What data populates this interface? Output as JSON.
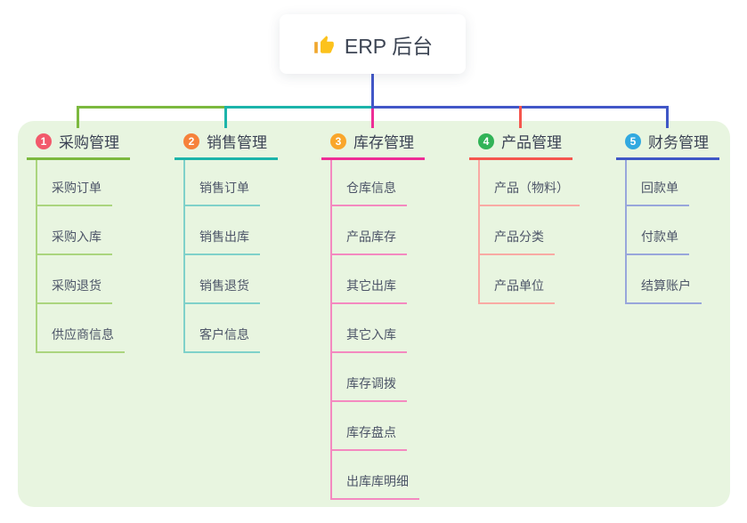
{
  "root": {
    "title": "ERP 后台",
    "icon": "thumbs-up"
  },
  "colors": {
    "canvas_bg": "#ffffff",
    "panel_bg": "#e8f5e0",
    "root_line": "#4257c8",
    "title_text": "#3d4554",
    "label_text": "#3b4254",
    "child_text": "#4d5568"
  },
  "branches": [
    {
      "badge": "1",
      "label": "采购管理",
      "badge_color": "#f2596b",
      "line_color": "#7cb93f",
      "light_color": "#abd57e",
      "children": [
        "采购订单",
        "采购入库",
        "采购退货",
        "供应商信息"
      ]
    },
    {
      "badge": "2",
      "label": "销售管理",
      "badge_color": "#f6823b",
      "line_color": "#1cb4aa",
      "light_color": "#7fd1ca",
      "children": [
        "销售订单",
        "销售出库",
        "销售退货",
        "客户信息"
      ]
    },
    {
      "badge": "3",
      "label": "库存管理",
      "badge_color": "#f9a62b",
      "line_color": "#ee2d96",
      "light_color": "#f489c0",
      "children": [
        "仓库信息",
        "产品库存",
        "其它出库",
        "其它入库",
        "库存调拨",
        "库存盘点",
        "出库库明细"
      ]
    },
    {
      "badge": "4",
      "label": "产品管理",
      "badge_color": "#31b357",
      "line_color": "#f5564e",
      "light_color": "#f9aaa4",
      "children": [
        "产品（物料）",
        "产品分类",
        "产品单位"
      ]
    },
    {
      "badge": "5",
      "label": "财务管理",
      "badge_color": "#31a9e0",
      "line_color": "#3f57c6",
      "light_color": "#98a6db",
      "children": [
        "回款单",
        "付款单",
        "结算账户"
      ]
    }
  ]
}
